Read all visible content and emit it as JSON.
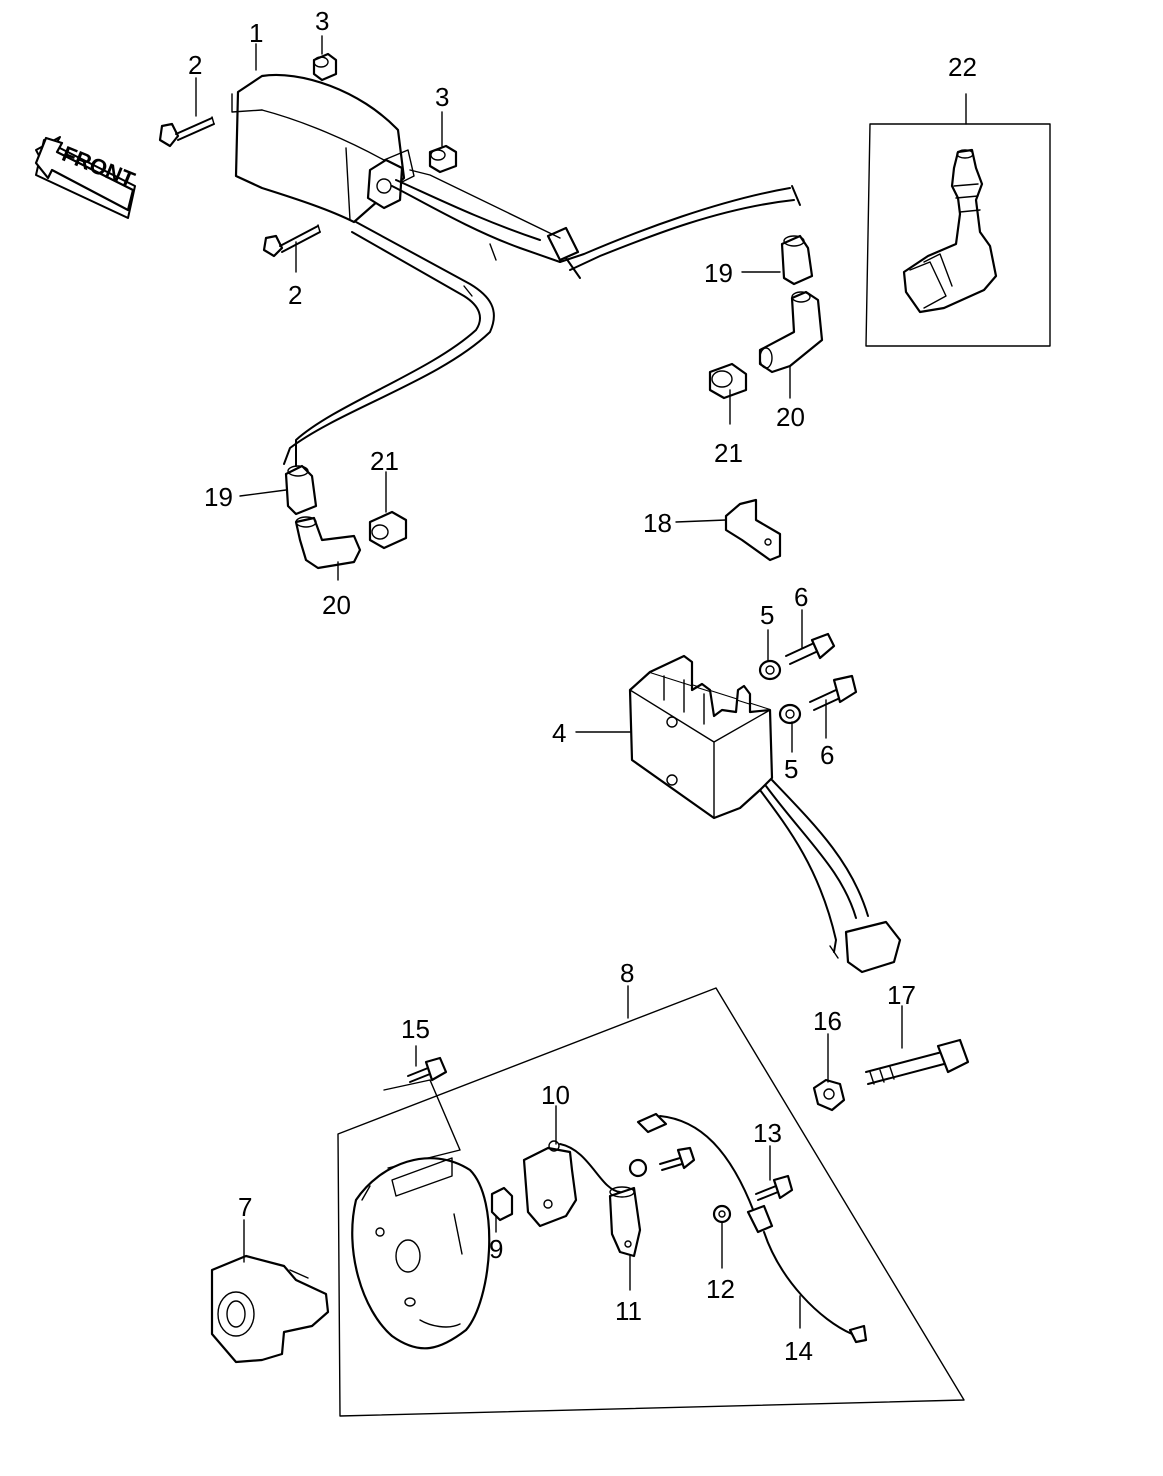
{
  "front_label": "FRONT",
  "callouts": [
    {
      "id": "c1",
      "text": "1"
    },
    {
      "id": "c2a",
      "text": "2"
    },
    {
      "id": "c2b",
      "text": "2"
    },
    {
      "id": "c3a",
      "text": "3"
    },
    {
      "id": "c3b",
      "text": "3"
    },
    {
      "id": "c4",
      "text": "4"
    },
    {
      "id": "c5a",
      "text": "5"
    },
    {
      "id": "c5b",
      "text": "5"
    },
    {
      "id": "c6a",
      "text": "6"
    },
    {
      "id": "c6b",
      "text": "6"
    },
    {
      "id": "c7",
      "text": "7"
    },
    {
      "id": "c8",
      "text": "8"
    },
    {
      "id": "c9",
      "text": "9"
    },
    {
      "id": "c10",
      "text": "10"
    },
    {
      "id": "c11",
      "text": "11"
    },
    {
      "id": "c12",
      "text": "12"
    },
    {
      "id": "c13",
      "text": "13"
    },
    {
      "id": "c14",
      "text": "14"
    },
    {
      "id": "c15",
      "text": "15"
    },
    {
      "id": "c16",
      "text": "16"
    },
    {
      "id": "c17",
      "text": "17"
    },
    {
      "id": "c18",
      "text": "18"
    },
    {
      "id": "c19a",
      "text": "19"
    },
    {
      "id": "c19b",
      "text": "19"
    },
    {
      "id": "c20a",
      "text": "20"
    },
    {
      "id": "c20b",
      "text": "20"
    },
    {
      "id": "c21a",
      "text": "21"
    },
    {
      "id": "c21b",
      "text": "21"
    },
    {
      "id": "c22",
      "text": "22"
    }
  ]
}
